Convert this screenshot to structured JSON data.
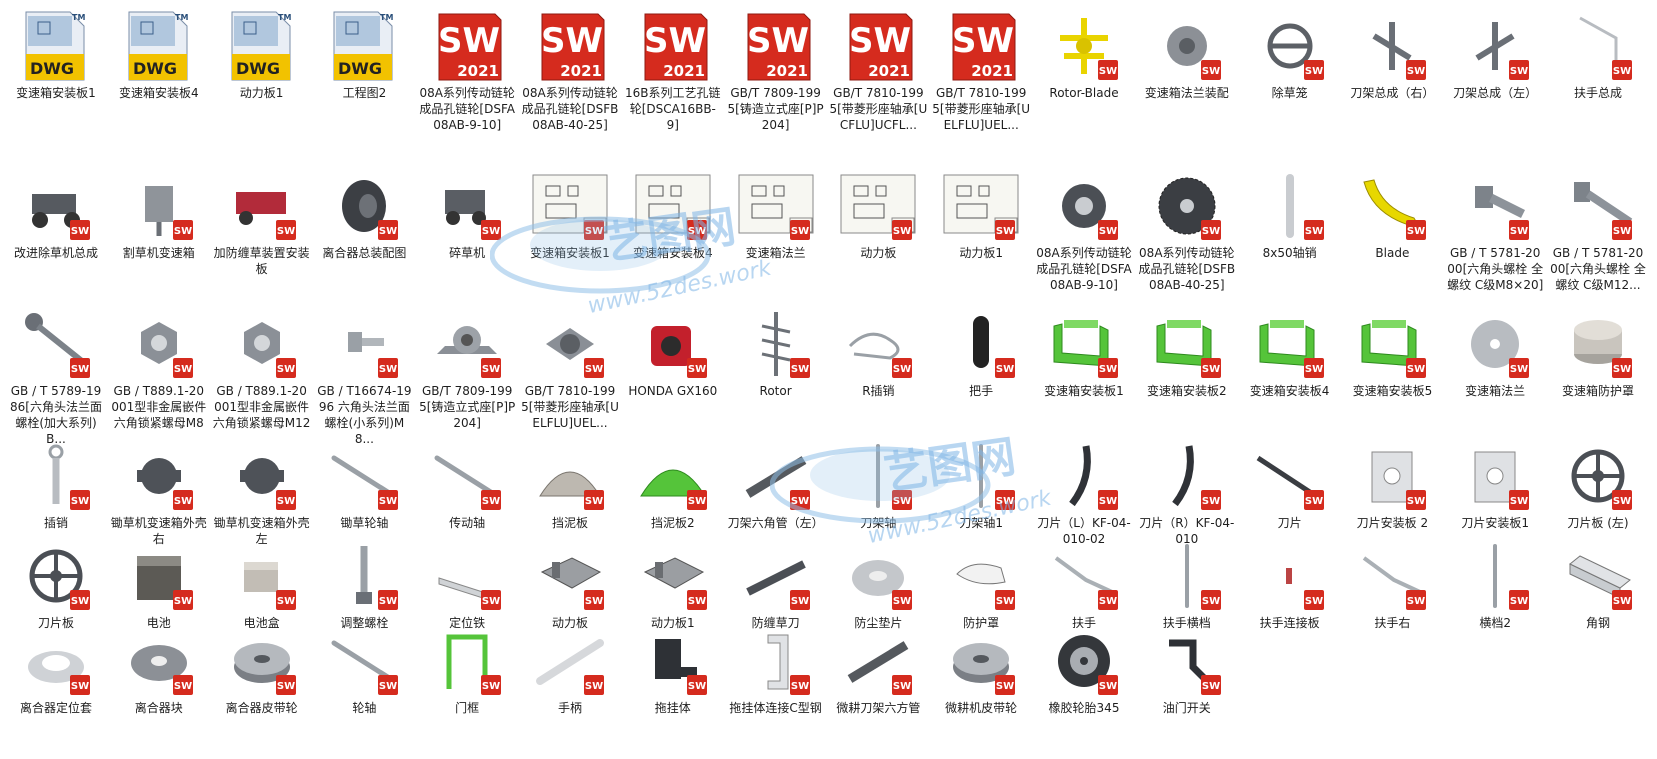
{
  "badge_text": "SW",
  "sw_version": "2021",
  "dwg_text": "DWG",
  "tm_text": "TM",
  "watermark": {
    "brand": "艺图网",
    "url": "www.52des.work"
  },
  "colors": {
    "sw_red": "#d52b1e",
    "dwg_yellow": "#f2c200",
    "dwg_blue": "#4a7db5",
    "green_part": "#55c43a",
    "steel": "#9aa0a6"
  },
  "rows": [
    {
      "items": [
        {
          "label": "变速箱安装板1",
          "type": "dwg",
          "icon": "dwg-file-icon"
        },
        {
          "label": "变速箱安装板4",
          "type": "dwg",
          "icon": "dwg-file-icon"
        },
        {
          "label": "动力板1",
          "type": "dwg",
          "icon": "dwg-file-icon"
        },
        {
          "label": "工程图2",
          "type": "dwg",
          "icon": "dwg-file-icon"
        },
        {
          "label": "08A系列传动链轮成品孔链轮[DSFA08AB-9-10]",
          "type": "swbig",
          "icon": "solidworks-2021-icon"
        },
        {
          "label": "08A系列传动链轮成品孔链轮[DSFB08AB-40-25]",
          "type": "swbig",
          "icon": "solidworks-2021-icon"
        },
        {
          "label": "16B系列工艺孔链轮[DSCA16BB-9]",
          "type": "swbig",
          "icon": "solidworks-2021-icon"
        },
        {
          "label": "GB/T 7809-1995[铸造立式座[P]P204]",
          "type": "swbig",
          "icon": "solidworks-2021-icon"
        },
        {
          "label": "GB/T 7810-1995[带菱形座轴承[UCFLU]UCFL...",
          "type": "swbig",
          "icon": "solidworks-2021-icon"
        },
        {
          "label": "GB/T 7810-1995[带菱形座轴承[UELFLU]UEL...",
          "type": "swbig",
          "icon": "solidworks-2021-icon"
        },
        {
          "label": "Rotor-Blade",
          "type": "part",
          "icon": "yellow-rotor-blade-icon"
        },
        {
          "label": "变速箱法兰装配",
          "type": "part",
          "icon": "flange-assembly-icon"
        },
        {
          "label": "除草笼",
          "type": "part",
          "icon": "weeding-cage-icon"
        },
        {
          "label": "刀架总成（右）",
          "type": "part",
          "icon": "blade-holder-right-icon"
        },
        {
          "label": "刀架总成（左）",
          "type": "part",
          "icon": "blade-holder-left-icon"
        },
        {
          "label": "扶手总成",
          "type": "part",
          "icon": "handle-assembly-icon"
        }
      ]
    },
    {
      "items": [
        {
          "label": "改进除草机总成",
          "type": "part",
          "icon": "weeder-assembly-icon"
        },
        {
          "label": "割草机变速箱",
          "type": "part",
          "icon": "gearbox-icon"
        },
        {
          "label": "加防缠草装置安装板",
          "type": "part",
          "icon": "anti-wrap-plate-icon"
        },
        {
          "label": "离合器总装配图",
          "type": "part",
          "icon": "clutch-assembly-icon"
        },
        {
          "label": "碎草机",
          "type": "part",
          "icon": "shredder-icon"
        },
        {
          "label": "变速箱安装板1",
          "type": "drawing",
          "icon": "drawing-sheet-icon"
        },
        {
          "label": "变速箱安装板4",
          "type": "drawing",
          "icon": "drawing-sheet-icon"
        },
        {
          "label": "变速箱法兰",
          "type": "drawing",
          "icon": "drawing-sheet-icon"
        },
        {
          "label": "动力板",
          "type": "drawing",
          "icon": "drawing-sheet-icon"
        },
        {
          "label": "动力板1",
          "type": "drawing",
          "icon": "drawing-sheet-icon"
        },
        {
          "label": "08A系列传动链轮成品孔链轮[DSFA08AB-9-10]",
          "type": "part",
          "icon": "sprocket-small-icon"
        },
        {
          "label": "08A系列传动链轮成品孔链轮[DSFB08AB-40-25]",
          "type": "part",
          "icon": "sprocket-large-icon"
        },
        {
          "label": "8x50轴销",
          "type": "part",
          "icon": "pin-icon"
        },
        {
          "label": "Blade",
          "type": "part",
          "icon": "yellow-blade-icon"
        },
        {
          "label": "GB / T 5781-2000[六角头螺栓 全螺纹 C级M8×20]",
          "type": "part",
          "icon": "hex-bolt-icon"
        },
        {
          "label": "GB / T 5781-2000[六角头螺栓 全螺纹 C级M12...",
          "type": "part",
          "icon": "hex-bolt-long-icon"
        }
      ]
    },
    {
      "items": [
        {
          "label": "GB / T 5789-1986[六角头法兰面螺栓(加大系列)B...",
          "type": "part",
          "icon": "flange-bolt-icon"
        },
        {
          "label": "GB / T889.1-20001型非金属嵌件六角锁紧螺母M8",
          "type": "part",
          "icon": "lock-nut-icon"
        },
        {
          "label": "GB / T889.1-20001型非金属嵌件六角锁紧螺母M12",
          "type": "part",
          "icon": "lock-nut-icon"
        },
        {
          "label": "GB / T16674-1996 六角头法兰面螺栓(小系列)M8...",
          "type": "part",
          "icon": "short-bolt-icon"
        },
        {
          "label": "GB/T 7809-1995[铸造立式座[P]P204]",
          "type": "part",
          "icon": "pillow-block-icon"
        },
        {
          "label": "GB/T 7810-1995[带菱形座轴承[UELFLU]UEL...",
          "type": "part",
          "icon": "flange-bearing-icon"
        },
        {
          "label": "HONDA GX160",
          "type": "part",
          "icon": "engine-icon"
        },
        {
          "label": "Rotor",
          "type": "part",
          "icon": "rotor-icon"
        },
        {
          "label": "R插销",
          "type": "part",
          "icon": "r-pin-icon"
        },
        {
          "label": "把手",
          "type": "part",
          "icon": "grip-icon"
        },
        {
          "label": "变速箱安装板1",
          "type": "part",
          "icon": "green-bracket-icon"
        },
        {
          "label": "变速箱安装板2",
          "type": "part",
          "icon": "green-bracket-icon"
        },
        {
          "label": "变速箱安装板4",
          "type": "part",
          "icon": "green-bracket-icon"
        },
        {
          "label": "变速箱安装板5",
          "type": "part",
          "icon": "green-bracket-icon"
        },
        {
          "label": "变速箱法兰",
          "type": "part",
          "icon": "round-flange-icon"
        },
        {
          "label": "变速箱防护罩",
          "type": "part",
          "icon": "cylinder-guard-icon"
        }
      ]
    },
    {
      "items": [
        {
          "label": "插销",
          "type": "part",
          "icon": "latch-pin-icon"
        },
        {
          "label": "锄草机变速箱外壳右",
          "type": "part",
          "icon": "gear-housing-icon"
        },
        {
          "label": "锄草机变速箱外壳左",
          "type": "part",
          "icon": "gear-housing-icon"
        },
        {
          "label": "锄草轮轴",
          "type": "part",
          "icon": "shaft-icon"
        },
        {
          "label": "传动轴",
          "type": "part",
          "icon": "shaft-icon"
        },
        {
          "label": "挡泥板",
          "type": "part",
          "icon": "fender-icon"
        },
        {
          "label": "挡泥板2",
          "type": "part",
          "icon": "green-fender-icon"
        },
        {
          "label": "刀架六角管（左）",
          "type": "part",
          "icon": "hex-tube-icon"
        },
        {
          "label": "刀架轴",
          "type": "part",
          "icon": "thin-rod-icon"
        },
        {
          "label": "刀架轴1",
          "type": "part",
          "icon": "thin-rod-icon"
        },
        {
          "label": "刀片（L）KF-04-010-02",
          "type": "part",
          "icon": "curved-blade-icon"
        },
        {
          "label": "刀片（R）KF-04-010",
          "type": "part",
          "icon": "curved-blade-icon"
        },
        {
          "label": "刀片",
          "type": "part",
          "icon": "flat-blade-icon"
        },
        {
          "label": "刀片安装板 2",
          "type": "part",
          "icon": "mount-plate-icon"
        },
        {
          "label": "刀片安装板1",
          "type": "part",
          "icon": "mount-plate-icon"
        },
        {
          "label": "刀片板 (左)",
          "type": "part",
          "icon": "blade-disc-icon"
        }
      ]
    },
    {
      "items": [
        {
          "label": "刀片板",
          "type": "part",
          "icon": "blade-disc-icon"
        },
        {
          "label": "电池",
          "type": "part",
          "icon": "battery-icon"
        },
        {
          "label": "电池盒",
          "type": "part",
          "icon": "battery-box-icon"
        },
        {
          "label": "调整螺栓",
          "type": "part",
          "icon": "adjust-bolt-icon"
        },
        {
          "label": "定位铁",
          "type": "part",
          "icon": "locator-icon"
        },
        {
          "label": "动力板",
          "type": "part",
          "icon": "power-plate-icon"
        },
        {
          "label": "动力板1",
          "type": "part",
          "icon": "power-plate-icon"
        },
        {
          "label": "防缠草刀",
          "type": "part",
          "icon": "anti-wrap-blade-icon"
        },
        {
          "label": "防尘垫片",
          "type": "part",
          "icon": "washer-icon"
        },
        {
          "label": "防护罩",
          "type": "part",
          "icon": "guard-icon"
        },
        {
          "label": "扶手",
          "type": "part",
          "icon": "handle-icon"
        },
        {
          "label": "扶手横档",
          "type": "part",
          "icon": "thin-rod-icon"
        },
        {
          "label": "扶手连接板",
          "type": "part",
          "icon": "small-plate-icon"
        },
        {
          "label": "扶手右",
          "type": "part",
          "icon": "handle-icon"
        },
        {
          "label": "横档2",
          "type": "part",
          "icon": "thin-rod-icon"
        },
        {
          "label": "角钢",
          "type": "part",
          "icon": "angle-steel-icon"
        }
      ]
    },
    {
      "items": [
        {
          "label": "离合器定位套",
          "type": "part",
          "icon": "ring-icon"
        },
        {
          "label": "离合器块",
          "type": "part",
          "icon": "clutch-block-icon"
        },
        {
          "label": "离合器皮带轮",
          "type": "part",
          "icon": "pulley-icon"
        },
        {
          "label": "轮轴",
          "type": "part",
          "icon": "shaft-icon"
        },
        {
          "label": "门框",
          "type": "part",
          "icon": "door-frame-icon"
        },
        {
          "label": "手柄",
          "type": "part",
          "icon": "handle-bar-icon"
        },
        {
          "label": "拖挂体",
          "type": "part",
          "icon": "hitch-icon"
        },
        {
          "label": "拖挂体连接C型钢",
          "type": "part",
          "icon": "c-steel-icon"
        },
        {
          "label": "微耕刀架六方管",
          "type": "part",
          "icon": "hex-tube-icon"
        },
        {
          "label": "微耕机皮带轮",
          "type": "part",
          "icon": "pulley-icon"
        },
        {
          "label": "橡胶轮胎345",
          "type": "part",
          "icon": "tire-icon"
        },
        {
          "label": "油门开关",
          "type": "part",
          "icon": "throttle-icon"
        }
      ]
    }
  ]
}
